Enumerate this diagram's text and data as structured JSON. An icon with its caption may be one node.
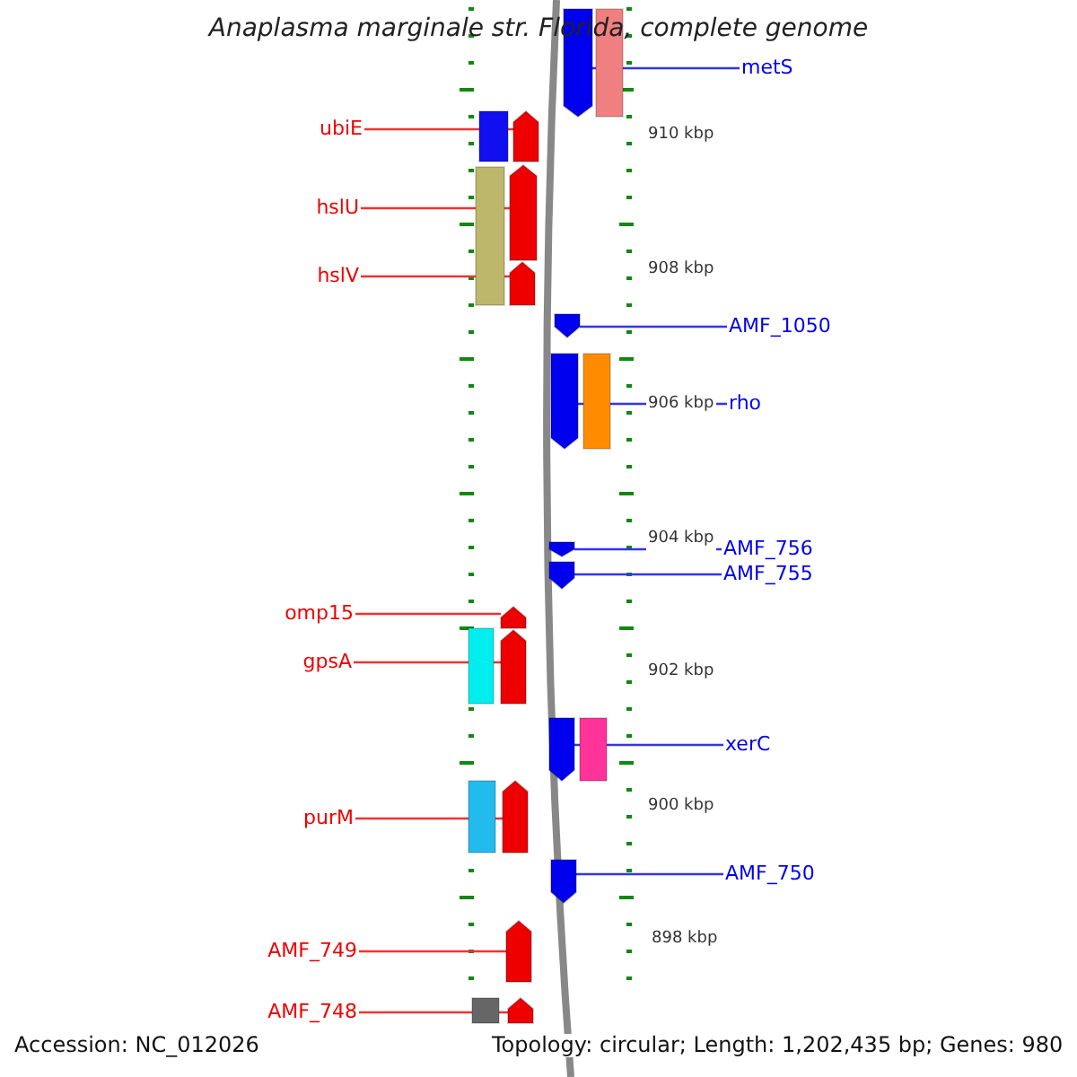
{
  "diagram": {
    "title": "Anaplasma marginale str. Florida, complete genome",
    "nodes": [
      {
        "text": [
          "metS"
        ]
      },
      {
        "text": [],
        "shape": "arrow"
      },
      {
        "text": [
          "ubiE"
        ]
      },
      {
        "text": [],
        "shape": "arrow"
      },
      {
        "text": [
          "hslU"
        ]
      },
      {
        "text": [],
        "shape": "arrow"
      },
      {
        "text": [
          "hslV"
        ]
      },
      {
        "text": [],
        "shape": "arrow"
      },
      {
        "text": [
          "AMF_1050"
        ]
      },
      {
        "text": [],
        "shape": "arrow"
      },
      {
        "text": [
          "rho"
        ]
      },
      {
        "text": [],
        "shape": "arrow"
      },
      {
        "text": [
          "AMF_756"
        ]
      },
      {
        "text": [],
        "shape": "arrow"
      },
      {
        "text": [
          "AMF_755"
        ]
      },
      {
        "text": [],
        "shape": "arrow"
      },
      {
        "text": [
          "omp15"
        ]
      },
      {
        "text": [],
        "shape": "arrow"
      },
      {
        "text": [
          "gpsA"
        ]
      },
      {
        "text": [],
        "shape": "arrow"
      },
      {
        "text": [
          "xerC"
        ]
      },
      {
        "text": [],
        "shape": "arrow"
      },
      {
        "text": [
          "purM"
        ]
      },
      {
        "text": [],
        "shape": "arrow"
      },
      {
        "text": [
          "AMF_750"
        ]
      },
      {
        "text": [],
        "shape": "arrow"
      },
      {
        "text": [
          "AMF_749"
        ]
      },
      {
        "text": [],
        "shape": "arrow"
      },
      {
        "text": [
          "AMF_748"
        ]
      },
      {
        "text": [],
        "shape": "arrow"
      }
    ],
    "edges": [
      {
        "from": 0,
        "to": 1,
        "arrow": "none",
        "color": "#3333ee"
      },
      {
        "from": 2,
        "to": 3,
        "arrow": "none"
      },
      {
        "from": 4,
        "to": 5,
        "arrow": "none"
      },
      {
        "from": 6,
        "to": 7,
        "arrow": "none"
      },
      {
        "from": 8,
        "to": 9,
        "arrow": "none",
        "color": "#3333ee"
      },
      {
        "from": 10,
        "to": 11,
        "arrow": "none",
        "color": "#3333ee"
      },
      {
        "from": 12,
        "to": 13,
        "arrow": "none",
        "color": "#3333ee"
      },
      {
        "from": 14,
        "to": 15,
        "arrow": "none",
        "color": "#3333ee"
      },
      {
        "from": 16,
        "to": 17,
        "arrow": "none"
      },
      {
        "from": 18,
        "to": 19,
        "arrow": "none"
      },
      {
        "from": 20,
        "to": 21,
        "arrow": "none",
        "color": "#3333ee"
      },
      {
        "from": 22,
        "to": 23,
        "arrow": "none"
      },
      {
        "from": 24,
        "to": 25,
        "arrow": "none",
        "color": "#3333ee"
      },
      {
        "from": 26,
        "to": 27,
        "arrow": "none"
      },
      {
        "from": 28,
        "to": 29,
        "arrow": "none"
      }
    ],
    "labels": [
      "910 kbp",
      "908 kbp",
      "906 kbp",
      "904 kbp",
      "902 kbp",
      "900 kbp",
      "898 kbp",
      "Accession: NC_012026",
      "Topology: circular; Length: 1,202,435 bp; Genes: 980"
    ]
  }
}
